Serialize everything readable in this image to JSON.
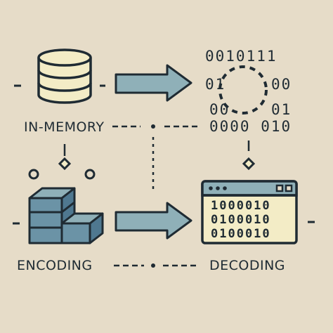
{
  "labels": {
    "in_memory": "IN-MEMORY",
    "encoding": "ENCODING",
    "decoding": "DECODING"
  },
  "binary_cloud": {
    "row1": "0010111",
    "row2_left": "01",
    "row2_right": "00",
    "row3_left": "00",
    "row3_right": "01",
    "row4": "0000 010"
  },
  "window_grid": {
    "rows": [
      "1000010",
      "0100010",
      "0100010"
    ]
  },
  "colors": {
    "background": "#e6dcc8",
    "arrow_fill": "#8fb0b8",
    "stroke": "#1f2b33",
    "database_fill": "#f3ecc6",
    "block_fill": "#6b93a6",
    "window_header": "#8fb0b8",
    "window_body": "#f3ecc6"
  },
  "icons": [
    "database-icon",
    "arrow-right-icon",
    "binary-cloud-icon",
    "stacked-blocks-icon",
    "data-window-icon",
    "diamond-icon",
    "circle-icon"
  ]
}
